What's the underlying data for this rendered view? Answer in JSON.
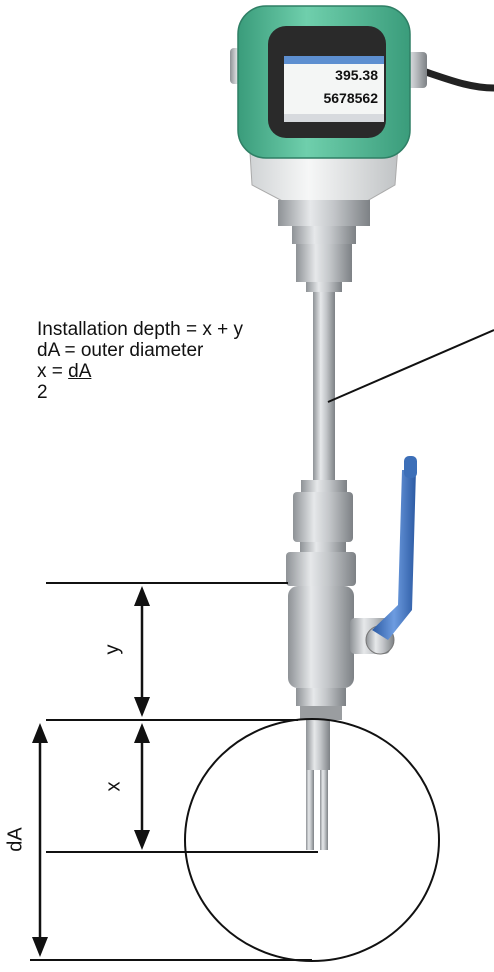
{
  "display": {
    "value_top": "395.38",
    "value_bottom": "5678562"
  },
  "annotation": {
    "line1": "Installation depth = x + y",
    "line2": "dA = outer diameter",
    "line3_prefix": "x = ",
    "line3_underlined": "dA",
    "line4": "2"
  },
  "dimensions": {
    "y_label": "y",
    "x_label": "x",
    "dA_label": "dA"
  },
  "colors": {
    "housing_green": "#4fb594",
    "steel": "#b9bcbf",
    "handle_blue": "#3d6fb8",
    "line": "#111111"
  }
}
